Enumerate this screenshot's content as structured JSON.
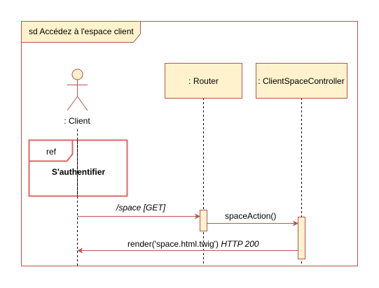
{
  "frame": {
    "title": "sd Accédez à l'espace client"
  },
  "lifelines": {
    "client": {
      "label": ": Client"
    },
    "router": {
      "label": ": Router"
    },
    "controller": {
      "label": ": ClientSpaceController"
    }
  },
  "ref_fragment": {
    "tag": "ref",
    "text": "S'authentifier"
  },
  "messages": {
    "m1": {
      "label": "/space [GET]"
    },
    "m2": {
      "label": "spaceAction()"
    },
    "m3": {
      "label": "render('space.html.twig')",
      "suffix": "HTTP 200"
    }
  },
  "colors": {
    "stroke": "#b85450",
    "box_fill": "#fff2cc",
    "ref_stroke": "#e06666"
  }
}
